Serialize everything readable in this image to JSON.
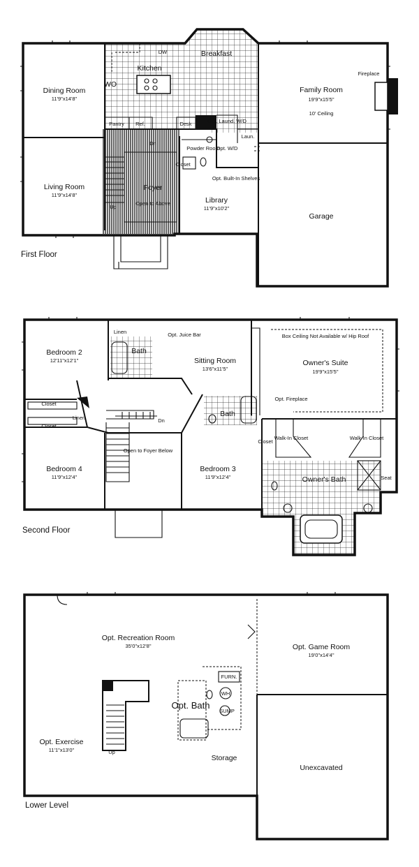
{
  "first_floor": {
    "caption": "First Floor",
    "dining_room": {
      "name": "Dining Room",
      "dim": "11'9\"x14'8\""
    },
    "living_room": {
      "name": "Living Room",
      "dim": "11'9\"x14'8\""
    },
    "kitchen": "Kitchen",
    "breakfast": "Breakfast",
    "family_room": {
      "name": "Family Room",
      "dim": "19'9\"x15'5\"",
      "note": "10' Ceiling"
    },
    "fireplace": "Fireplace",
    "foyer": "Foyer",
    "open_above": "Open to Above",
    "library": {
      "name": "Library",
      "dim": "11'9\"x10'2\""
    },
    "garage": "Garage",
    "pantry": "Pantry",
    "ref": "Ref.",
    "desk": "Desk",
    "dw": "DW",
    "wo": "WO",
    "powder_room": "Powder Room",
    "closet": "Closet",
    "opt_laundry": "Opt. Laund. W/D",
    "opt_wd": "Opt. W/D",
    "laun": "Laun.",
    "builtin": "Opt. Built-In Shelves",
    "up": "Up",
    "dn": "Dn"
  },
  "second_floor": {
    "caption": "Second Floor",
    "bedroom2": {
      "name": "Bedroom 2",
      "dim": "12'11\"x12'1\""
    },
    "bedroom4": {
      "name": "Bedroom 4",
      "dim": "11'9\"x12'4\""
    },
    "bedroom3": {
      "name": "Bedroom 3",
      "dim": "11'9\"x12'4\""
    },
    "sitting_room": {
      "name": "Sitting Room",
      "dim": "13'6\"x11'5\""
    },
    "owners_suite": {
      "name": "Owner's Suite",
      "dim": "19'9\"x15'5\""
    },
    "box_ceiling": "Box Ceiling Not Available w/ Hip Roof",
    "opt_fireplace": "Opt. Fireplace",
    "opt_juice_bar": "Opt. Juice Bar",
    "linen": "Linen",
    "bath": "Bath",
    "closet": "Closet",
    "walk_in_closet": "Walk-In Closet",
    "owners_bath": "Owner's Bath",
    "seat": "Seat",
    "open_to_foyer": "Open to Foyer Below",
    "dn": "Dn"
  },
  "lower_level": {
    "caption": "Lower Level",
    "recreation": {
      "name": "Opt. Recreation Room",
      "dim": "35'0\"x12'8\""
    },
    "game_room": {
      "name": "Opt. Game Room",
      "dim": "19'0\"x14'4\""
    },
    "exercise": {
      "name": "Opt. Exercise",
      "dim": "11'1\"x13'0\""
    },
    "opt_bath": "Opt. Bath",
    "storage": "Storage",
    "unexcavated": "Unexcavated",
    "furn": "FURN.",
    "wh": "WH",
    "sump": "SUMP",
    "up": "Up"
  }
}
